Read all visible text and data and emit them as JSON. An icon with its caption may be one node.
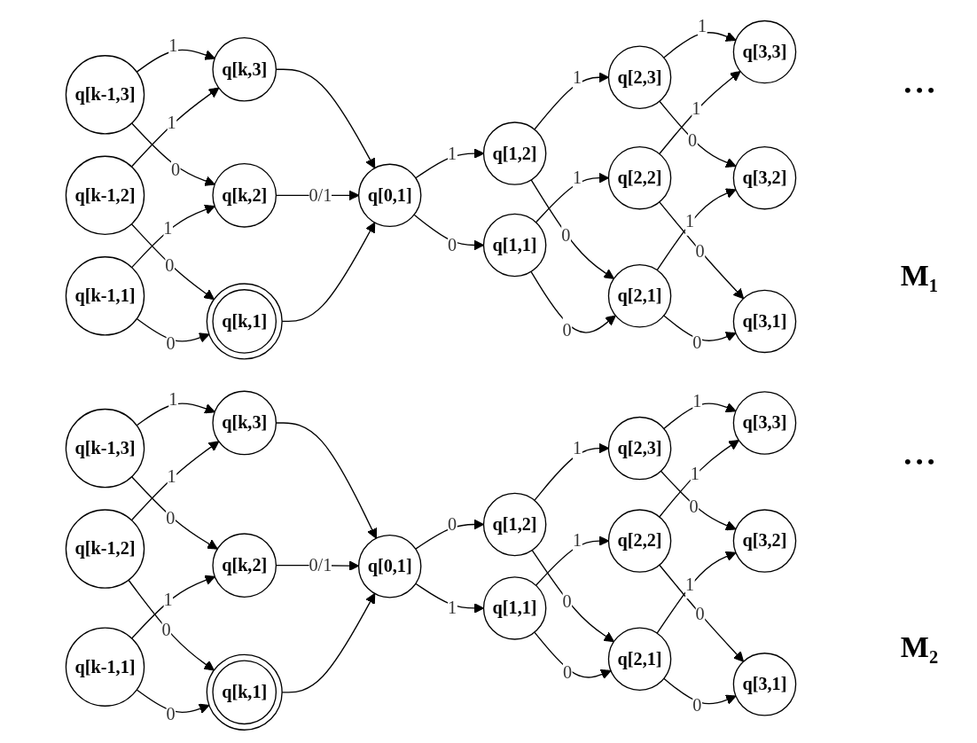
{
  "diagram": {
    "nodes": [
      {
        "text": [
          "q[0,1]"
        ]
      },
      {
        "text": [
          "q[1,2]"
        ]
      },
      {
        "text": [
          "q[1,1]"
        ]
      },
      {
        "text": [
          "q[2,3]"
        ]
      },
      {
        "text": [
          "q[2,2]"
        ]
      },
      {
        "text": [
          "q[2,1]"
        ]
      },
      {
        "text": [
          "q[3,3]"
        ]
      },
      {
        "text": [
          "q[3,2]"
        ]
      },
      {
        "text": [
          "q[3,1]"
        ]
      },
      {
        "text": [
          "q[k-1,3]"
        ]
      },
      {
        "text": [
          "q[k-1,2]"
        ]
      },
      {
        "text": [
          "q[k-1,1]"
        ]
      },
      {
        "text": [
          "q[k,3]"
        ]
      },
      {
        "text": [
          "q[k,2]"
        ]
      },
      {
        "text": [
          "q[k,1]"
        ]
      },
      {
        "text": [
          "q[0,1]"
        ]
      },
      {
        "text": [
          "q[1,2]"
        ]
      },
      {
        "text": [
          "q[1,1]"
        ]
      },
      {
        "text": [
          "q[2,3]"
        ]
      },
      {
        "text": [
          "q[2,2]"
        ]
      },
      {
        "text": [
          "q[2,1]"
        ]
      },
      {
        "text": [
          "q[3,3]"
        ]
      },
      {
        "text": [
          "q[3,2]"
        ]
      },
      {
        "text": [
          "q[3,1]"
        ]
      },
      {
        "text": [
          "q[k-1,3]"
        ]
      },
      {
        "text": [
          "q[k-1,2]"
        ]
      },
      {
        "text": [
          "q[k-1,1]"
        ]
      },
      {
        "text": [
          "q[k,3]"
        ]
      },
      {
        "text": [
          "q[k,2]"
        ]
      },
      {
        "text": [
          "q[k,1]"
        ]
      }
    ],
    "edges": [
      {
        "from": 0,
        "to": 1,
        "arrow": "to",
        "label": "1"
      },
      {
        "from": 0,
        "to": 2,
        "arrow": "to",
        "label": "0"
      },
      {
        "from": 1,
        "to": 3,
        "arrow": "to",
        "label": "1"
      },
      {
        "from": 1,
        "to": 5,
        "arrow": "to",
        "label": "0"
      },
      {
        "from": 2,
        "to": 4,
        "arrow": "to",
        "label": "1"
      },
      {
        "from": 2,
        "to": 5,
        "arrow": "to",
        "label": "0"
      },
      {
        "from": 3,
        "to": 6,
        "arrow": "to",
        "label": "1"
      },
      {
        "from": 3,
        "to": 7,
        "arrow": "to",
        "label": "0"
      },
      {
        "from": 4,
        "to": 6,
        "arrow": "to",
        "label": "1"
      },
      {
        "from": 4,
        "to": 8,
        "arrow": "to",
        "label": "0"
      },
      {
        "from": 5,
        "to": 7,
        "arrow": "to",
        "label": "1"
      },
      {
        "from": 5,
        "to": 8,
        "arrow": "to",
        "label": "0"
      },
      {
        "from": 9,
        "to": 12,
        "arrow": "to",
        "label": "1"
      },
      {
        "from": 9,
        "to": 13,
        "arrow": "to",
        "label": "0"
      },
      {
        "from": 10,
        "to": 12,
        "arrow": "to",
        "label": "1"
      },
      {
        "from": 10,
        "to": 14,
        "arrow": "to",
        "label": "0"
      },
      {
        "from": 11,
        "to": 13,
        "arrow": "to",
        "label": "1"
      },
      {
        "from": 11,
        "to": 14,
        "arrow": "to",
        "label": "0"
      },
      {
        "from": 12,
        "to": 0,
        "arrow": "to"
      },
      {
        "from": 13,
        "to": 0,
        "arrow": "to",
        "label": "0/1"
      },
      {
        "from": 14,
        "to": 0,
        "arrow": "to"
      },
      {
        "from": 15,
        "to": 16,
        "arrow": "to",
        "label": "0"
      },
      {
        "from": 15,
        "to": 17,
        "arrow": "to",
        "label": "1"
      },
      {
        "from": 16,
        "to": 18,
        "arrow": "to",
        "label": "1"
      },
      {
        "from": 16,
        "to": 20,
        "arrow": "to",
        "label": "0"
      },
      {
        "from": 17,
        "to": 19,
        "arrow": "to",
        "label": "1"
      },
      {
        "from": 17,
        "to": 20,
        "arrow": "to",
        "label": "0"
      },
      {
        "from": 18,
        "to": 21,
        "arrow": "to",
        "label": "1"
      },
      {
        "from": 18,
        "to": 22,
        "arrow": "to",
        "label": "0"
      },
      {
        "from": 19,
        "to": 21,
        "arrow": "to",
        "label": "1"
      },
      {
        "from": 19,
        "to": 23,
        "arrow": "to",
        "label": "0"
      },
      {
        "from": 20,
        "to": 22,
        "arrow": "to",
        "label": "1"
      },
      {
        "from": 20,
        "to": 23,
        "arrow": "to",
        "label": "0"
      },
      {
        "from": 24,
        "to": 27,
        "arrow": "to",
        "label": "1"
      },
      {
        "from": 24,
        "to": 28,
        "arrow": "to",
        "label": "0"
      },
      {
        "from": 25,
        "to": 27,
        "arrow": "to",
        "label": "1"
      },
      {
        "from": 25,
        "to": 29,
        "arrow": "to",
        "label": "0"
      },
      {
        "from": 26,
        "to": 28,
        "arrow": "to",
        "label": "1"
      },
      {
        "from": 26,
        "to": 29,
        "arrow": "to",
        "label": "0"
      },
      {
        "from": 27,
        "to": 15,
        "arrow": "to"
      },
      {
        "from": 28,
        "to": 15,
        "arrow": "to",
        "label": "0/1"
      },
      {
        "from": 29,
        "to": 15,
        "arrow": "to"
      }
    ],
    "labels": [
      "• • •",
      "M₁",
      "• • •",
      "M₂"
    ]
  }
}
